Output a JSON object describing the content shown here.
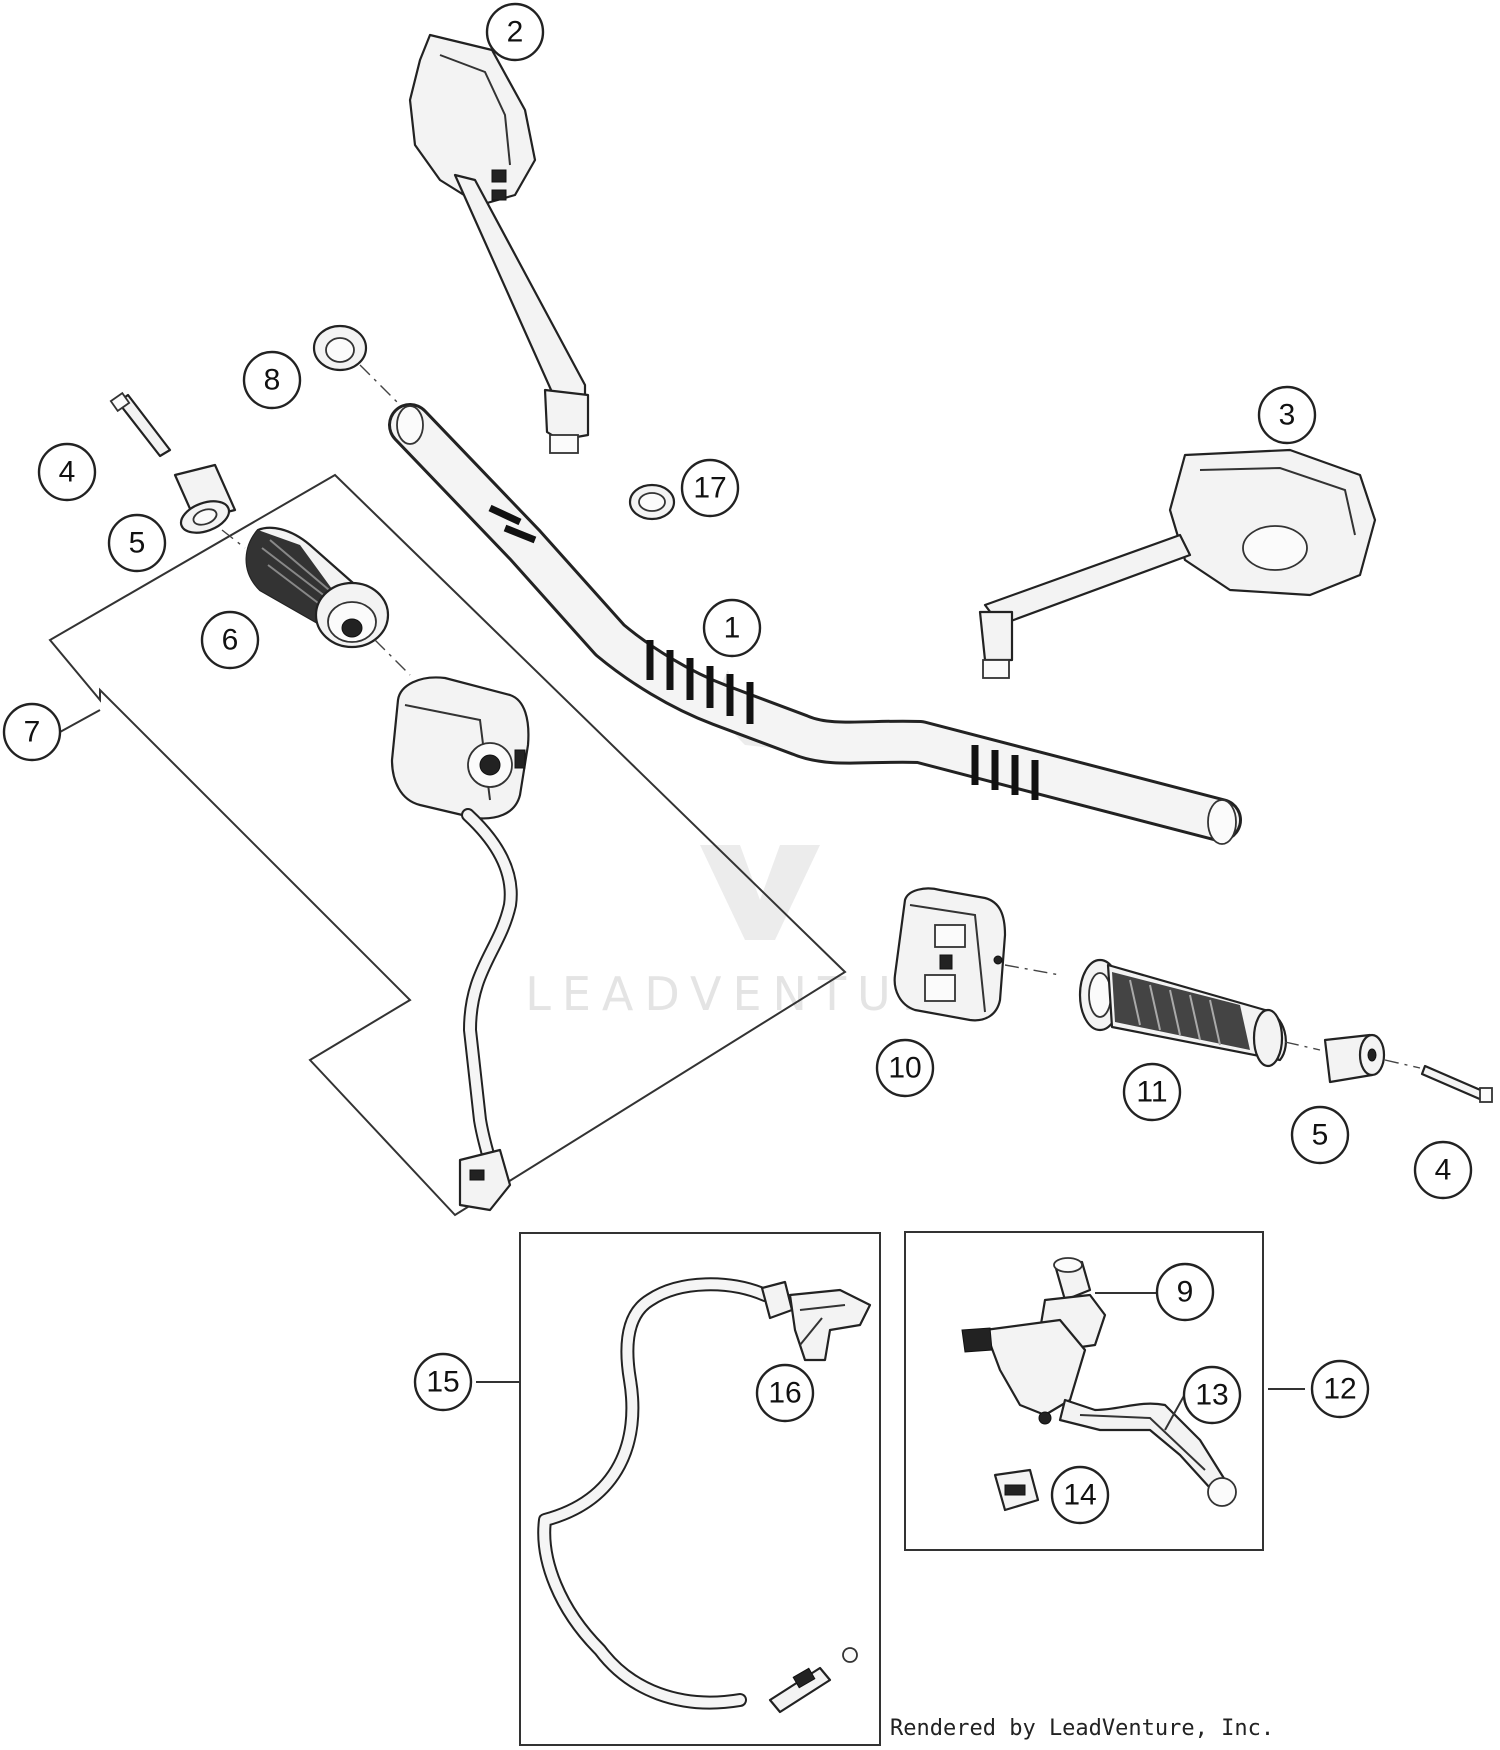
{
  "callouts": [
    {
      "label": "1"
    },
    {
      "label": "2"
    },
    {
      "label": "3"
    },
    {
      "label": "4"
    },
    {
      "label": "5"
    },
    {
      "label": "6"
    },
    {
      "label": "7"
    },
    {
      "label": "8"
    },
    {
      "label": "4"
    },
    {
      "label": "5"
    },
    {
      "label": "10"
    },
    {
      "label": "11"
    },
    {
      "label": "9"
    },
    {
      "label": "12"
    },
    {
      "label": "13"
    },
    {
      "label": "14"
    },
    {
      "label": "15"
    },
    {
      "label": "16"
    },
    {
      "label": "17"
    }
  ],
  "watermark": {
    "text": "LEADVENTURE"
  },
  "credit": {
    "text": "Rendered by LeadVenture, Inc."
  }
}
